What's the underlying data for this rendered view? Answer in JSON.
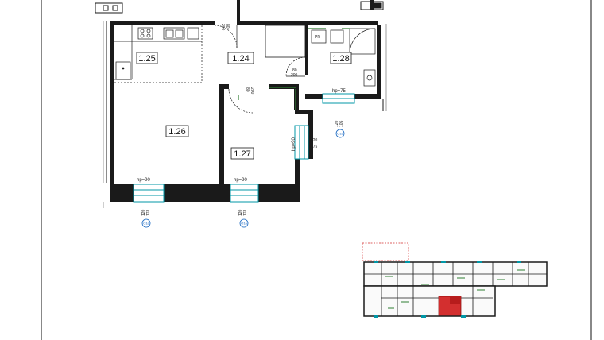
{
  "rooms": {
    "r125": "1.25",
    "r124": "1.24",
    "r128": "1.28",
    "r126": "1.26",
    "r127": "1.27"
  },
  "labels": {
    "hp90_left": "hp=90",
    "hp90_mid": "hp=90",
    "hp90_side": "hp=90",
    "hp75": "hp=75",
    "door_top_a": "80",
    "door_top_b": "200",
    "door_mid_a": "80",
    "door_mid_b": "200",
    "door_128_a": "80",
    "door_128_b": "200",
    "win_left_a": "120",
    "win_left_b": "178",
    "win_mid_a": "120",
    "win_mid_b": "178",
    "win_side_a": "120",
    "win_side_b": "175",
    "win_right_a": "120",
    "win_right_b": "105",
    "window_tag": "O1a",
    "pr": "PR"
  },
  "colors": {
    "wall": "#1a1a1a",
    "window": "#0097a7",
    "door": "#2e7d32",
    "highlight": "#d32f2f",
    "tag": "#1565c0",
    "grey": "#9e9e9e"
  }
}
